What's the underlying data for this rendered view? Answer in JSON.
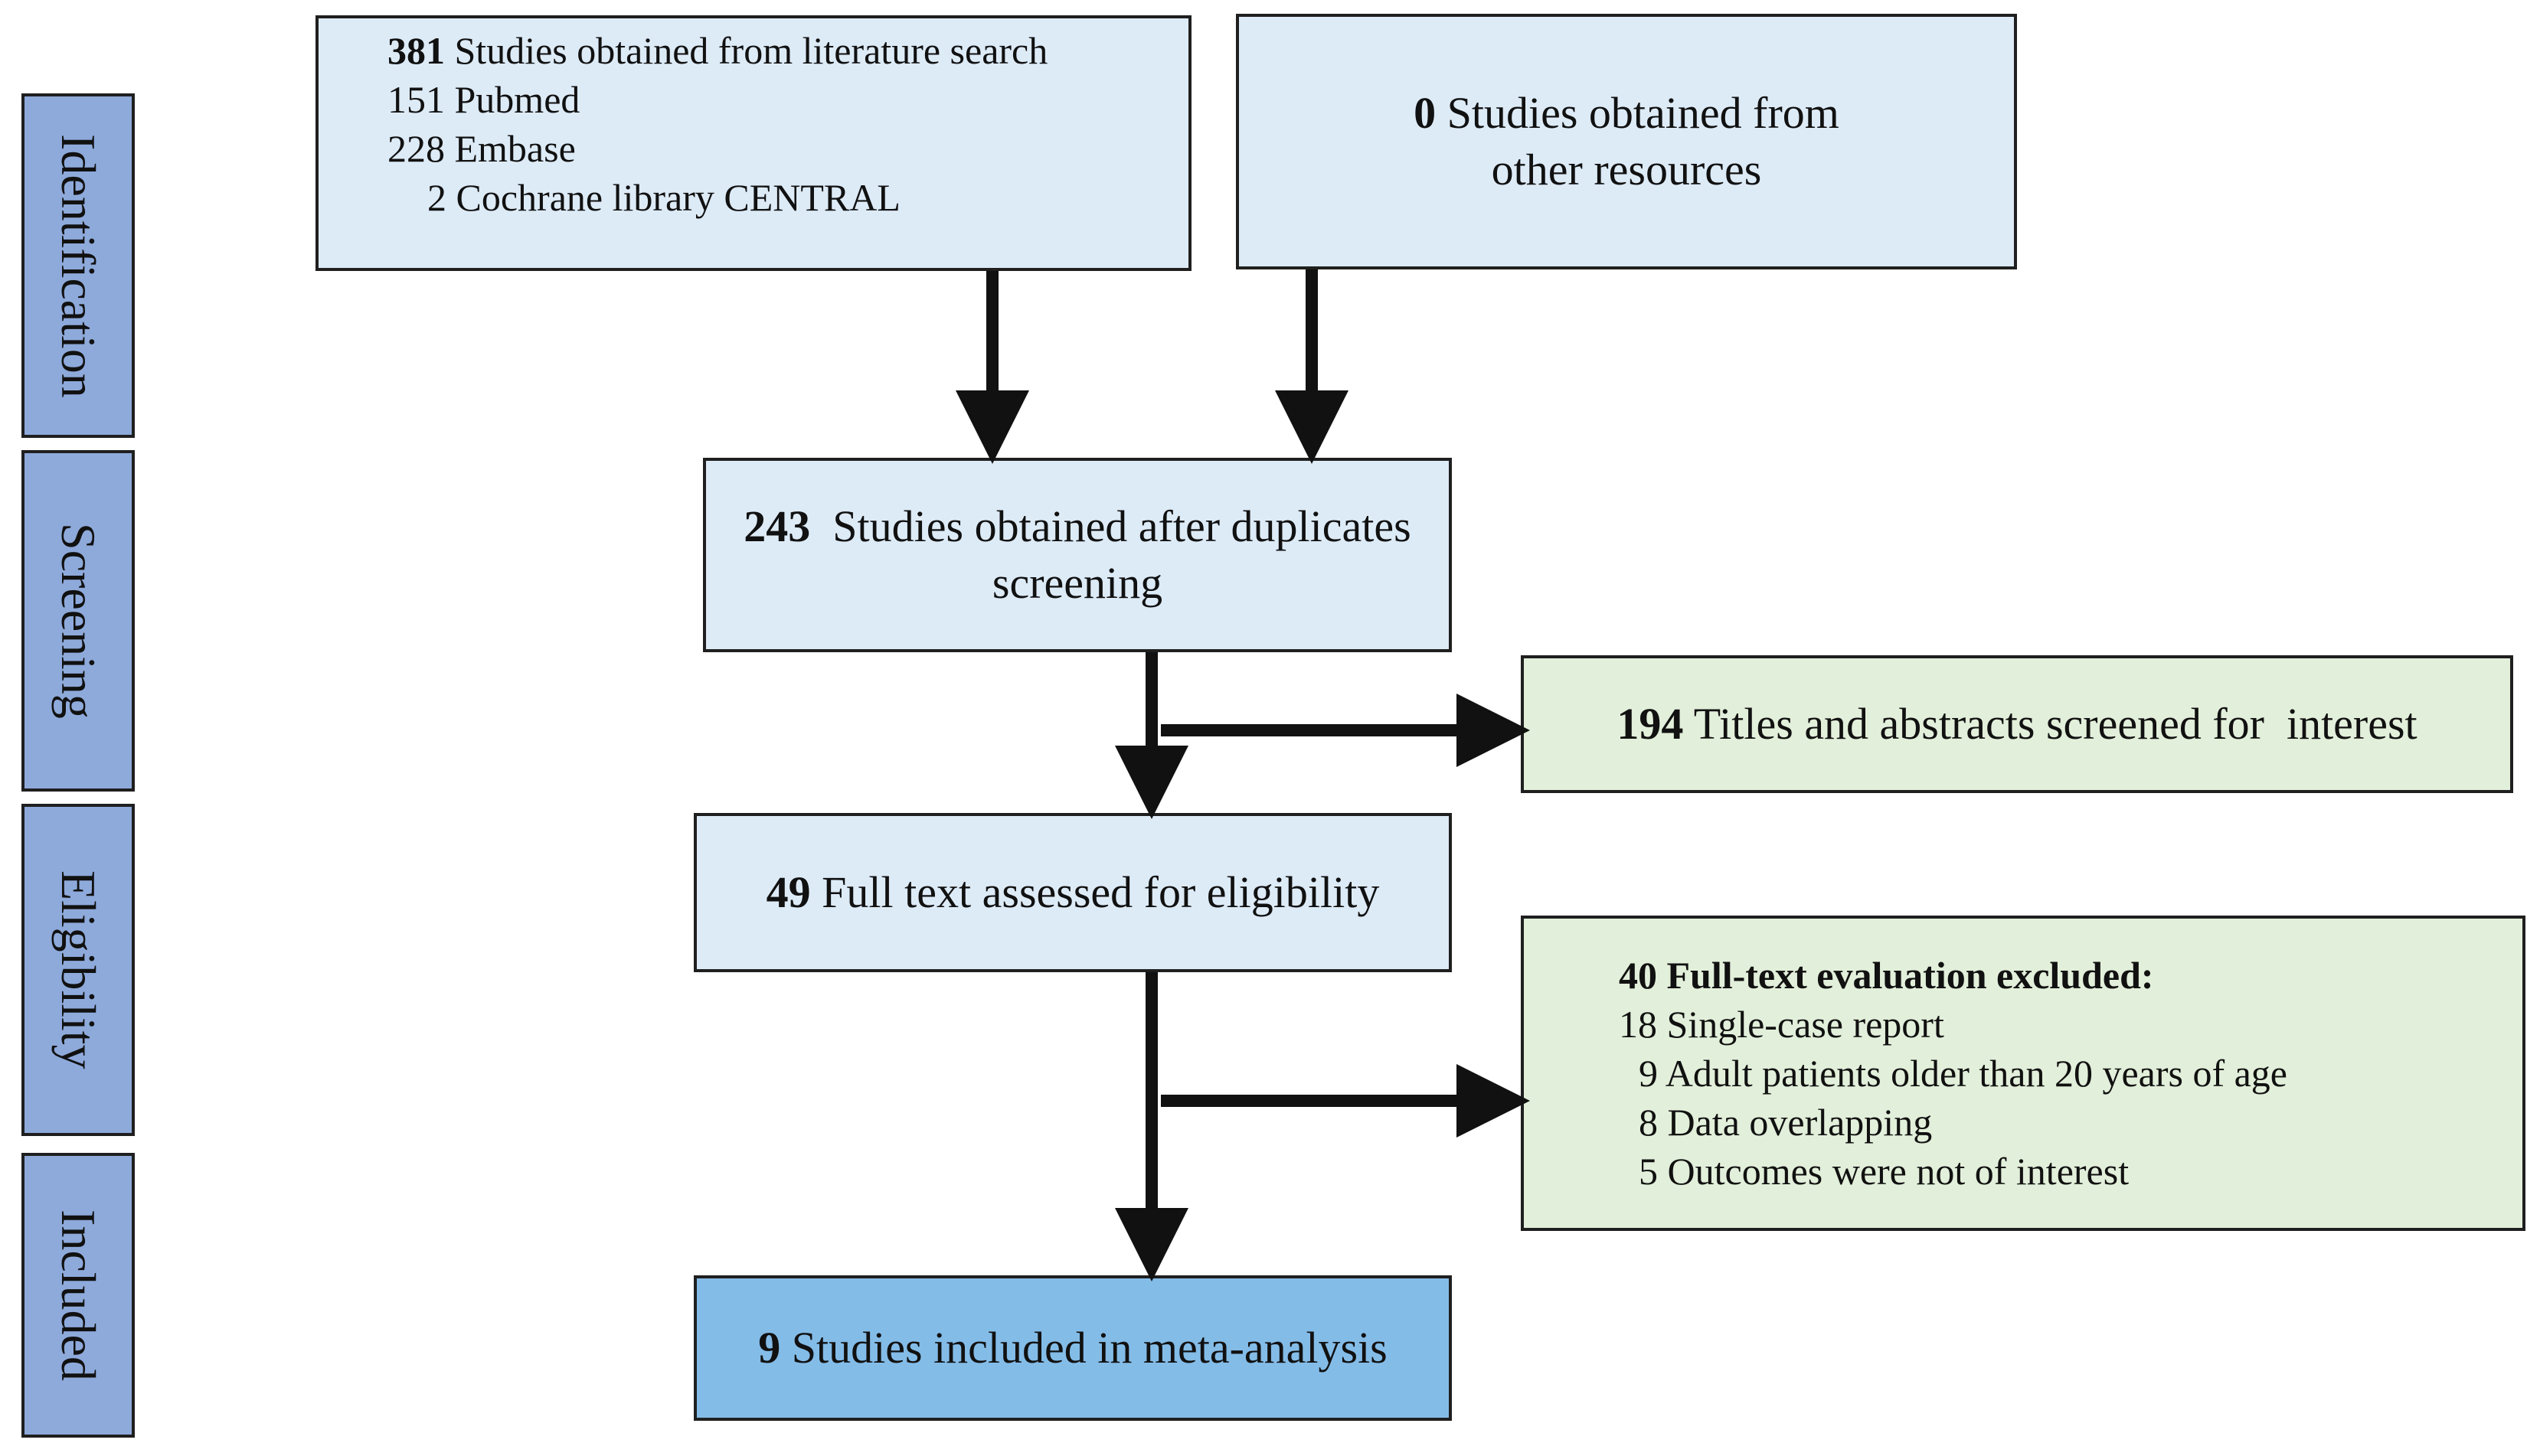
{
  "stages": {
    "identification": "Identification",
    "screening": "Screening",
    "eligibility": "Eligibility",
    "included": "Included"
  },
  "boxes": {
    "literature_search": {
      "count": "381",
      "text": "Studies obtained from literature search",
      "lines": [
        "151 Pubmed",
        "228 Embase",
        "2 Cochrane library CENTRAL"
      ]
    },
    "other_resources": {
      "count": "0",
      "text": "Studies obtained from",
      "text2": "other resources"
    },
    "after_duplicates": {
      "count": "243",
      "text": "Studies obtained after duplicates",
      "text2": "screening"
    },
    "titles_abstracts": {
      "count": "194",
      "text": "Titles and abstracts screened for  interest"
    },
    "full_text": {
      "count": "49",
      "text": "Full text assessed for eligibility"
    },
    "excluded": {
      "header": "40 Full-text evaluation excluded:",
      "lines": [
        "18 Single-case report",
        "9 Adult patients older than 20 years of age",
        "8 Data overlapping",
        "5 Outcomes were not of interest"
      ]
    },
    "included": {
      "count": "9",
      "text": "Studies included in meta-analysis"
    }
  },
  "colors": {
    "stage_label_fill": "#8eaadb",
    "blue_box_fill": "#ddebf7",
    "green_box_fill": "#e2efda",
    "final_box_fill": "#84bce8",
    "stroke": "#1f1f1f"
  }
}
